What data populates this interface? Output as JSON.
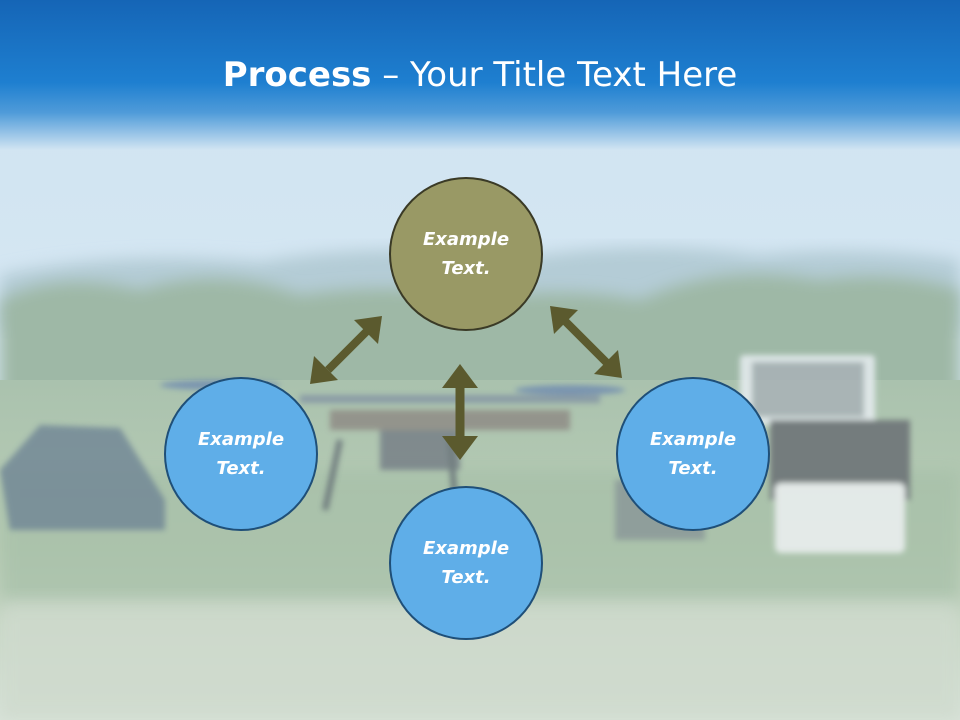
{
  "title": {
    "strong": "Process",
    "rest": " – Your Title Text Here"
  },
  "nodes": {
    "top": "Example\nText.",
    "left": "Example\nText.",
    "right": "Example\nText.",
    "bottom": "Example\nText."
  },
  "colors": {
    "title_bar": "#1e7fd0",
    "olive_circle": "#999965",
    "blue_circle": "#5faee8",
    "arrow": "#5b5a2e"
  }
}
